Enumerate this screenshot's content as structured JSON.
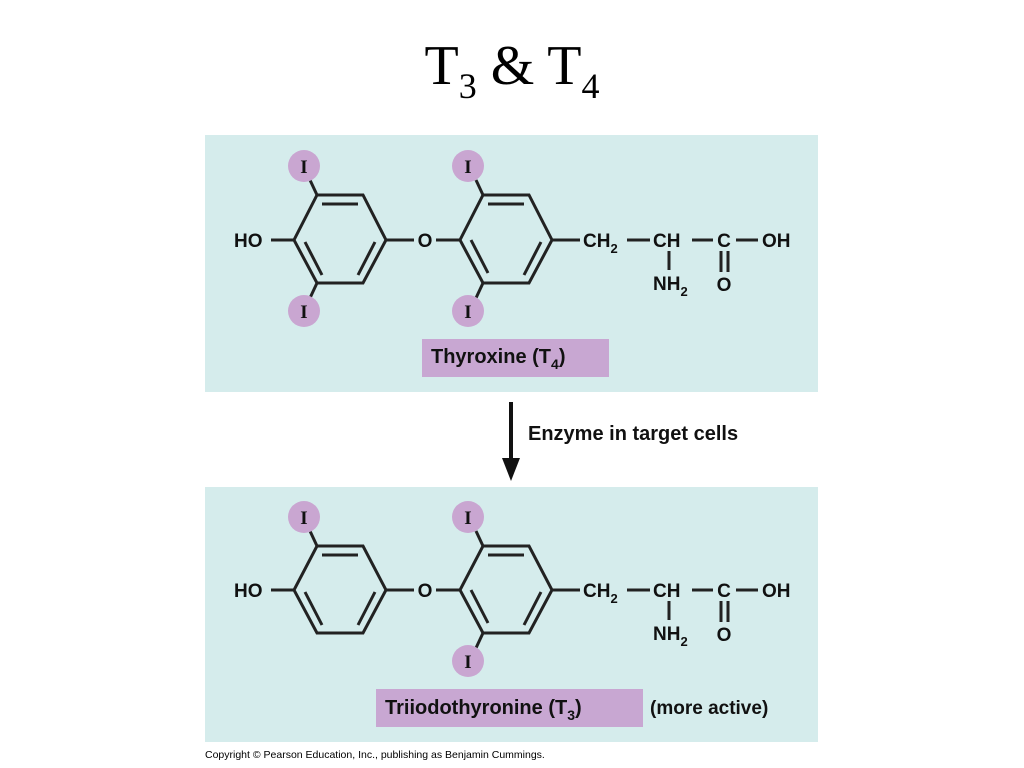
{
  "title": {
    "main_1": "T",
    "sub_1": "3",
    "amp": " & ",
    "main_2": "T",
    "sub_2": "4"
  },
  "colors": {
    "panel": "#d5ecec",
    "iodine": "#c9a6d1",
    "label_box": "#c8a7d2",
    "bond": "#222222"
  },
  "atoms": {
    "ho": "HO",
    "o": "O",
    "iodine": "I",
    "ch2_main": "CH",
    "ch2_sub": "2",
    "ch": "CH",
    "c": "C",
    "oh": "OH",
    "nh2_main": "NH",
    "nh2_sub": "2",
    "carbonyl_o": "O"
  },
  "t4": {
    "label_main": "Thyroxine (T",
    "label_sub": "4",
    "label_end": ")"
  },
  "arrow": {
    "label": "Enzyme in target cells"
  },
  "t3": {
    "label_main": "Triiodothyronine (T",
    "label_sub": "3",
    "label_end": ")",
    "note": "(more active)"
  },
  "footer": {
    "copyright": "Copyright © Pearson Education, Inc., publishing as Benjamin Cummings."
  }
}
